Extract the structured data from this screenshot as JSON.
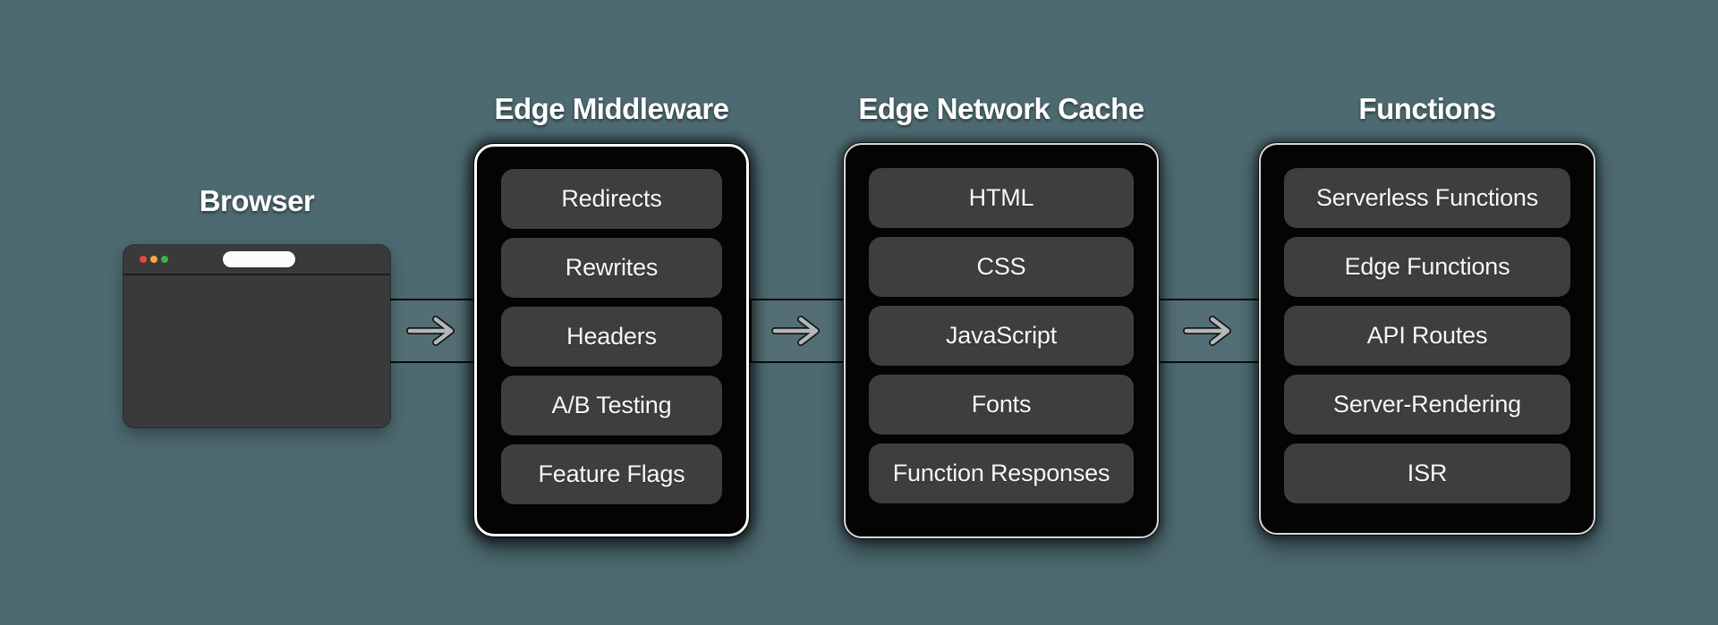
{
  "colors": {
    "background": "#4d6a70",
    "panel_bg": "#040404",
    "panel_border_highlight": "#ffffff",
    "panel_border": "#d9d9d9",
    "chip_bg": "#3e3e3e",
    "text": "#ffffff",
    "arrow": "#b4b8ba",
    "browser_bg": "#3a3a3a",
    "traffic_red": "#e8463f",
    "traffic_yellow": "#f5a93b",
    "traffic_green": "#34b648"
  },
  "browser": {
    "title": "Browser"
  },
  "panels": [
    {
      "title": "Edge Middleware",
      "highlighted": true,
      "items": [
        "Redirects",
        "Rewrites",
        "Headers",
        "A/B Testing",
        "Feature Flags"
      ]
    },
    {
      "title": "Edge Network Cache",
      "highlighted": false,
      "items": [
        "HTML",
        "CSS",
        "JavaScript",
        "Fonts",
        "Function Responses"
      ]
    },
    {
      "title": "Functions",
      "highlighted": false,
      "items": [
        "Serverless Functions",
        "Edge Functions",
        "API Routes",
        "Server-Rendering",
        "ISR"
      ]
    }
  ],
  "arrows": [
    {
      "from": "Browser",
      "to": "Edge Middleware",
      "direction": "right"
    },
    {
      "from": "Edge Middleware",
      "to": "Edge Network Cache",
      "direction": "right"
    },
    {
      "from": "Edge Network Cache",
      "to": "Functions",
      "direction": "right"
    }
  ]
}
